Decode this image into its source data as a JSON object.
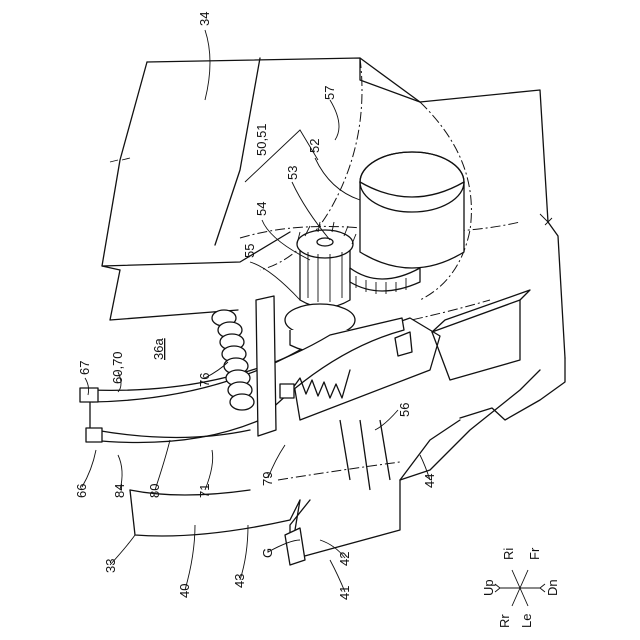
{
  "labels": {
    "l34": "34",
    "l57": "57",
    "l5051": "50,51",
    "l52": "52",
    "l53": "53",
    "l54": "54",
    "l55": "55",
    "l36a": "36a",
    "l6070": "60,70",
    "l67": "67",
    "l76": "76",
    "l56": "56",
    "l66": "66",
    "l84": "84",
    "l80": "80",
    "l71": "71",
    "l79": "79",
    "l44": "44",
    "l33": "33",
    "l40": "40",
    "l43": "43",
    "lG": "G",
    "l42": "42",
    "l41": "41"
  },
  "compass": {
    "up": "Up",
    "dn": "Dn",
    "ri": "Ri",
    "le": "Le",
    "fr": "Fr",
    "rr": "Rr"
  }
}
